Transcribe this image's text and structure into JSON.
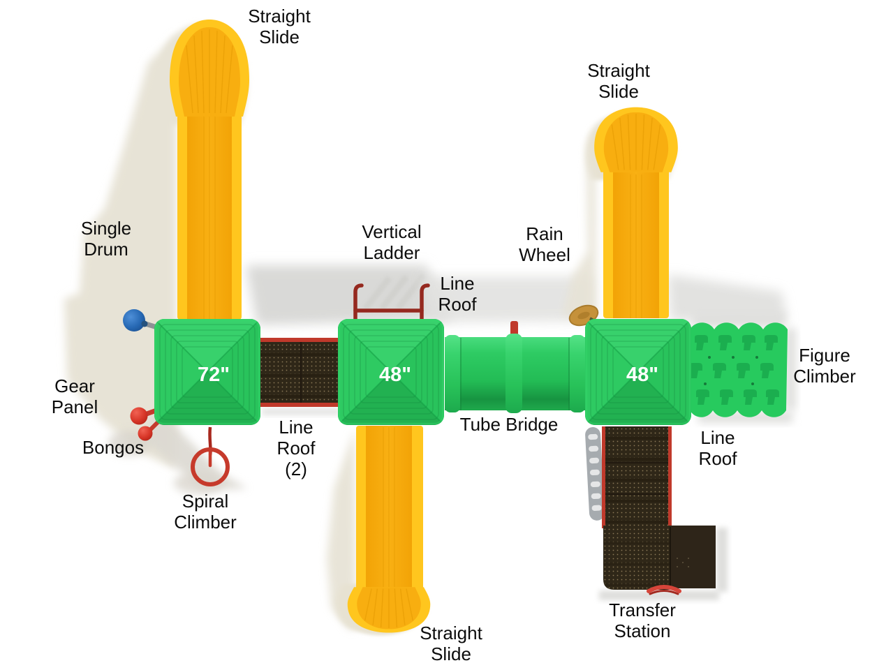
{
  "labels": {
    "straight_slide_top": "Straight\nSlide",
    "straight_slide_right": "Straight\nSlide",
    "straight_slide_bottom": "Straight\nSlide",
    "single_drum": "Single\nDrum",
    "vertical_ladder": "Vertical\nLadder",
    "rain_wheel": "Rain\nWheel",
    "line_roof_mid": "Line\nRoof",
    "figure_climber": "Figure\nClimber",
    "gear_panel": "Gear\nPanel",
    "bongos": "Bongos",
    "line_roof_2": "Line\nRoof\n(2)",
    "tube_bridge": "Tube Bridge",
    "line_roof_right": "Line\nRoof",
    "spiral_climber": "Spiral\nClimber",
    "transfer_station": "Transfer\nStation"
  },
  "platforms": {
    "left_size": "72\"",
    "middle_size": "48\"",
    "right_size": "48\""
  },
  "colors": {
    "slide_yellow": "#FFC61E",
    "slide_bed": "#F5A80C",
    "roof_green": "#2AC95F",
    "tube_green": "#23BC55",
    "mesh_dark": "#33291C",
    "frame_red": "#C0392B",
    "drum_blue": "#2668B3",
    "shadow_beige": "#E7E3D6",
    "shadow_grey": "#DEDEDC"
  }
}
